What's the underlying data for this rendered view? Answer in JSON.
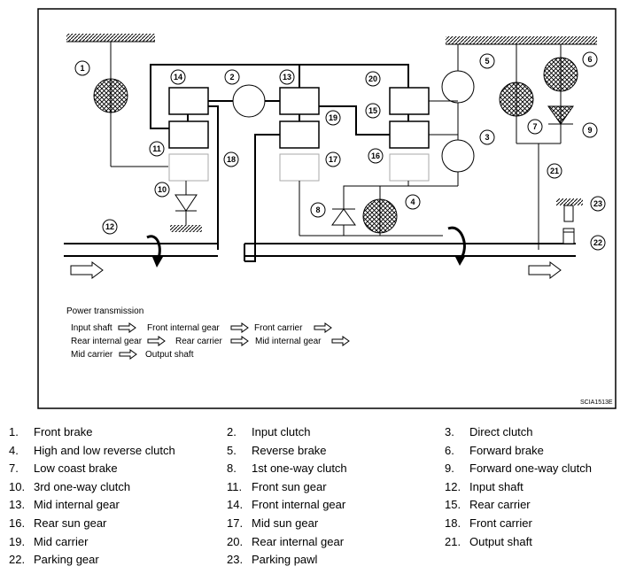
{
  "diagram": {
    "code": "SCIA1513E",
    "power_transmission": {
      "title": "Power transmission",
      "rows": [
        [
          "Input shaft",
          "Front internal gear",
          "Front carrier"
        ],
        [
          "Rear internal gear",
          "Rear carrier",
          "Mid internal gear"
        ],
        [
          "Mid carrier",
          "Output shaft"
        ]
      ]
    },
    "callouts": [
      "1",
      "2",
      "3",
      "4",
      "5",
      "6",
      "7",
      "8",
      "9",
      "10",
      "11",
      "12",
      "13",
      "14",
      "15",
      "16",
      "17",
      "18",
      "19",
      "20",
      "21",
      "22",
      "23"
    ]
  },
  "legend": [
    {
      "num": "1.",
      "label": "Front brake"
    },
    {
      "num": "2.",
      "label": "Input clutch"
    },
    {
      "num": "3.",
      "label": "Direct clutch"
    },
    {
      "num": "4.",
      "label": "High and low reverse clutch"
    },
    {
      "num": "5.",
      "label": "Reverse brake"
    },
    {
      "num": "6.",
      "label": "Forward brake"
    },
    {
      "num": "7.",
      "label": "Low coast brake"
    },
    {
      "num": "8.",
      "label": "1st one-way clutch"
    },
    {
      "num": "9.",
      "label": "Forward one-way clutch"
    },
    {
      "num": "10.",
      "label": "3rd one-way clutch"
    },
    {
      "num": "11.",
      "label": "Front sun gear"
    },
    {
      "num": "12.",
      "label": "Input shaft"
    },
    {
      "num": "13.",
      "label": "Mid internal gear"
    },
    {
      "num": "14.",
      "label": "Front internal gear"
    },
    {
      "num": "15.",
      "label": "Rear carrier"
    },
    {
      "num": "16.",
      "label": "Rear sun gear"
    },
    {
      "num": "17.",
      "label": "Mid sun gear"
    },
    {
      "num": "18.",
      "label": "Front carrier"
    },
    {
      "num": "19.",
      "label": "Mid carrier"
    },
    {
      "num": "20.",
      "label": "Rear internal gear"
    },
    {
      "num": "21.",
      "label": "Output shaft"
    },
    {
      "num": "22.",
      "label": "Parking gear"
    },
    {
      "num": "23.",
      "label": "Parking pawl"
    }
  ]
}
